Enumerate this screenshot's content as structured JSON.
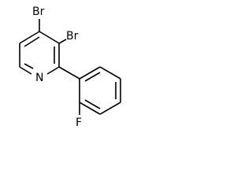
{
  "molecule": {
    "atoms": {
      "br_top": "Br",
      "br_right": "Br",
      "nitrogen": "N",
      "fluorine": "F"
    }
  },
  "colors": {
    "bond": "#000000",
    "label": "#000000",
    "background": "#ffffff"
  }
}
